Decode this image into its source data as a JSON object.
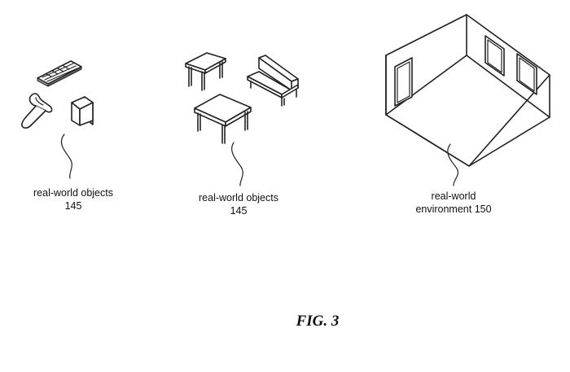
{
  "figure": {
    "title": "FIG. 3"
  },
  "groups": [
    {
      "label_line1": "real-world objects",
      "label_line2": "145",
      "items": [
        "keyboard",
        "controller",
        "cube"
      ]
    },
    {
      "label_line1": "real-world objects",
      "label_line2": "145",
      "items": [
        "small-table",
        "sofa",
        "large-table"
      ]
    },
    {
      "label_line1": "real-world",
      "label_line2": "environment 150",
      "items": [
        "room",
        "door",
        "window",
        "window"
      ]
    }
  ],
  "colors": {
    "line": "#222222",
    "shade": "#9a9a9a",
    "background": "#ffffff"
  }
}
